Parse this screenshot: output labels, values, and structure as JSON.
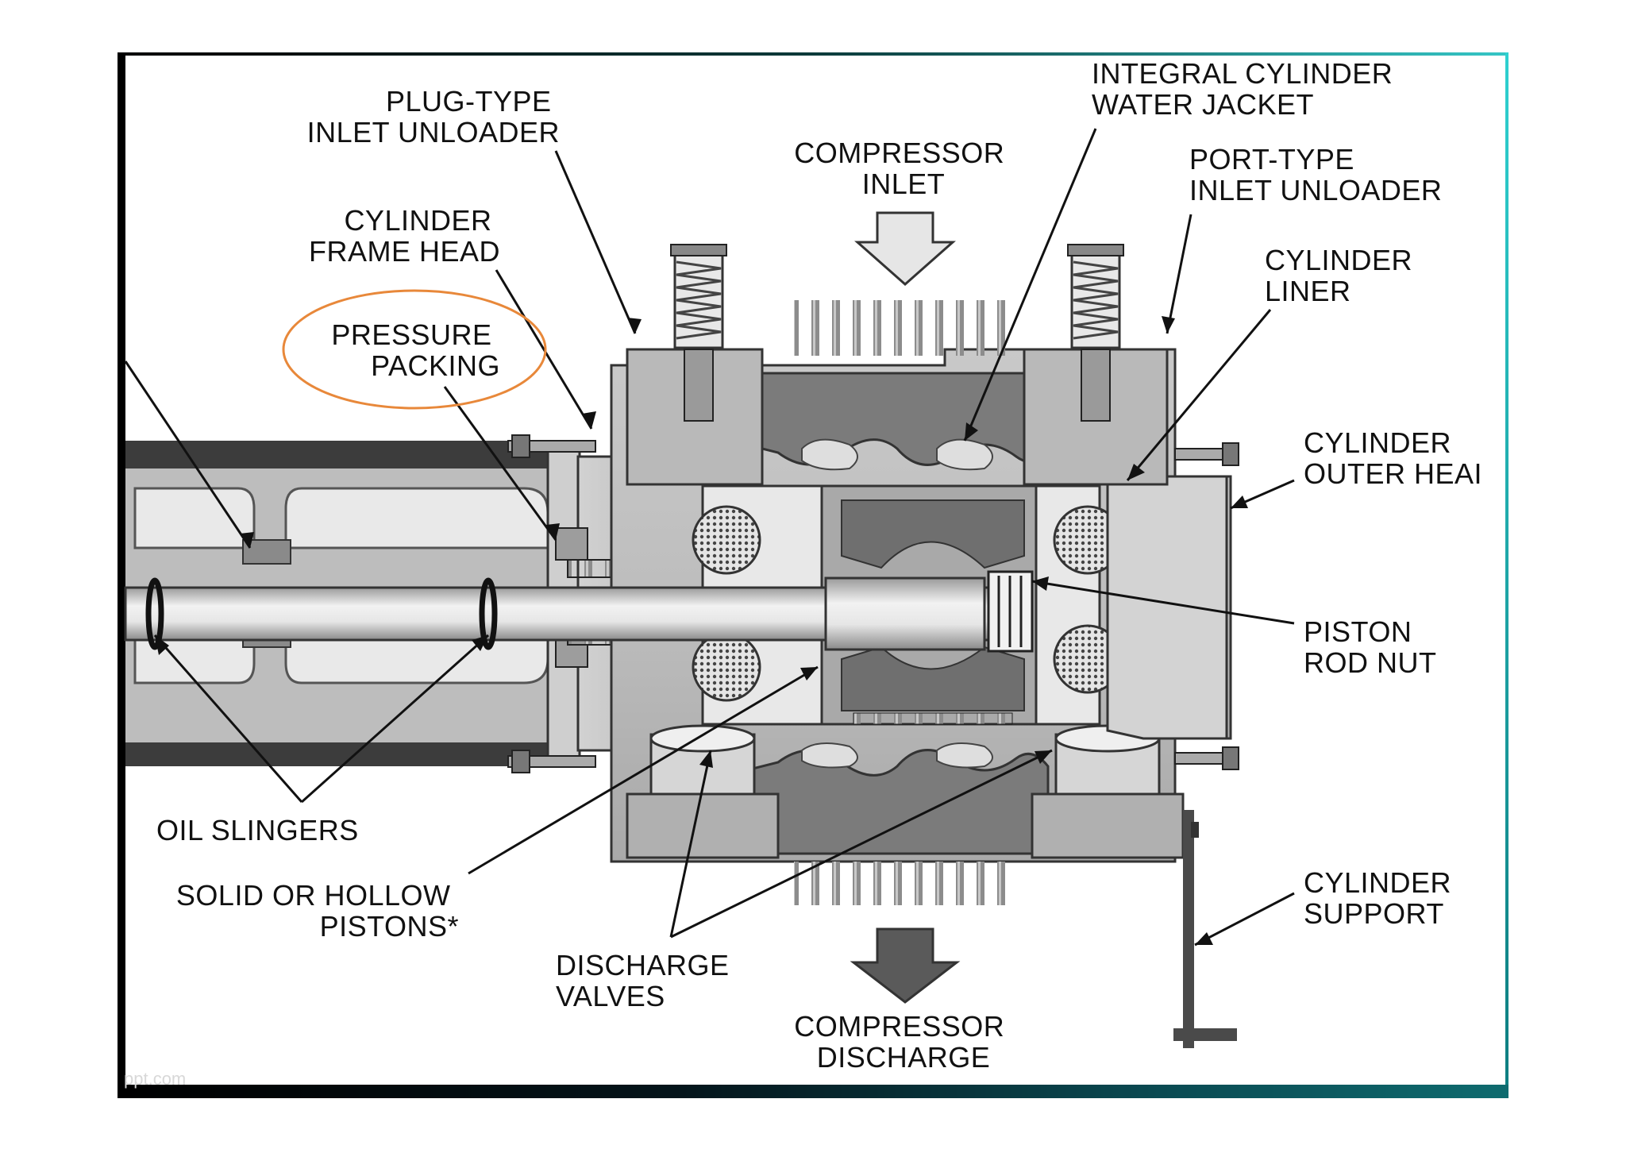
{
  "labels": {
    "plug_type_unloader": [
      "PLUG-TYPE",
      "INLET UNLOADER"
    ],
    "cylinder_frame_head": [
      "CYLINDER",
      "FRAME HEAD"
    ],
    "pressure_packing": [
      "PRESSURE",
      "PACKING"
    ],
    "compressor_inlet": [
      "COMPRESSOR",
      "INLET"
    ],
    "integral_water_jacket": [
      "INTEGRAL CYLINDER",
      "WATER JACKET"
    ],
    "port_type_unloader": [
      "PORT-TYPE",
      "INLET UNLOADER"
    ],
    "cylinder_liner": [
      "CYLINDER",
      "LINER"
    ],
    "cylinder_outer_head": [
      "CYLINDER",
      "OUTER HEAI"
    ],
    "piston_rod_nut": [
      "PISTON",
      "ROD NUT"
    ],
    "oil_slingers": [
      "OIL SLINGERS"
    ],
    "solid_hollow_pistons": [
      "SOLID OR HOLLOW",
      "PISTONS*"
    ],
    "discharge_valves": [
      "DISCHARGE",
      "VALVES"
    ],
    "compressor_discharge": [
      "COMPRESSOR",
      "DISCHARGE"
    ],
    "cylinder_support": [
      "CYLINDER",
      "SUPPORT"
    ]
  },
  "watermark": "ppt.com",
  "colors": {
    "highlight_ellipse": "#e8883a",
    "metal_light": "#dcdcdc",
    "metal_mid": "#a8a8a8",
    "metal_dark": "#5e5e5e",
    "frame_accent": "#2fd0d0"
  }
}
